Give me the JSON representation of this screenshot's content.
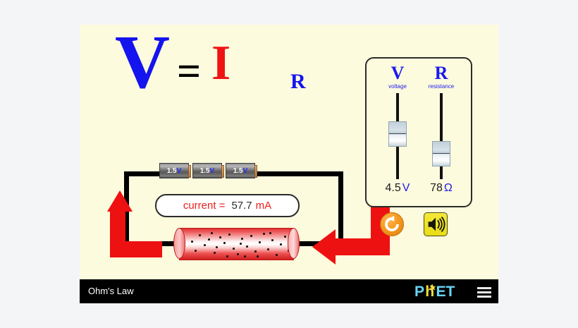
{
  "formula": {
    "v": "V",
    "equals": "=",
    "i": "I",
    "r": "R",
    "v_color": "#1414ee",
    "i_color": "#ef1414",
    "r_color": "#1414ee"
  },
  "circuit": {
    "batteries": [
      {
        "value": "1.5",
        "unit": "V"
      },
      {
        "value": "1.5",
        "unit": "V"
      },
      {
        "value": "1.5",
        "unit": "V"
      }
    ],
    "readout": {
      "label": "current =",
      "value": "57.7",
      "unit": "mA"
    },
    "arrow_color": "#ee1111",
    "wire_color": "#000000"
  },
  "panel": {
    "voltage": {
      "symbol": "V",
      "name": "voltage",
      "value": "4.5",
      "unit": "V"
    },
    "resistance": {
      "symbol": "R",
      "name": "resistance",
      "value": "78",
      "unit": "Ω"
    }
  },
  "buttons": {
    "reset": "reset-all-button",
    "sound": "sound-toggle-button"
  },
  "navbar": {
    "title": "Ohm's Law",
    "logo_p": "P",
    "logo_h": "h",
    "logo_et": "ET",
    "logo_colors": {
      "cyan": "#66d6f5",
      "yellow": "#f5e03c"
    }
  }
}
